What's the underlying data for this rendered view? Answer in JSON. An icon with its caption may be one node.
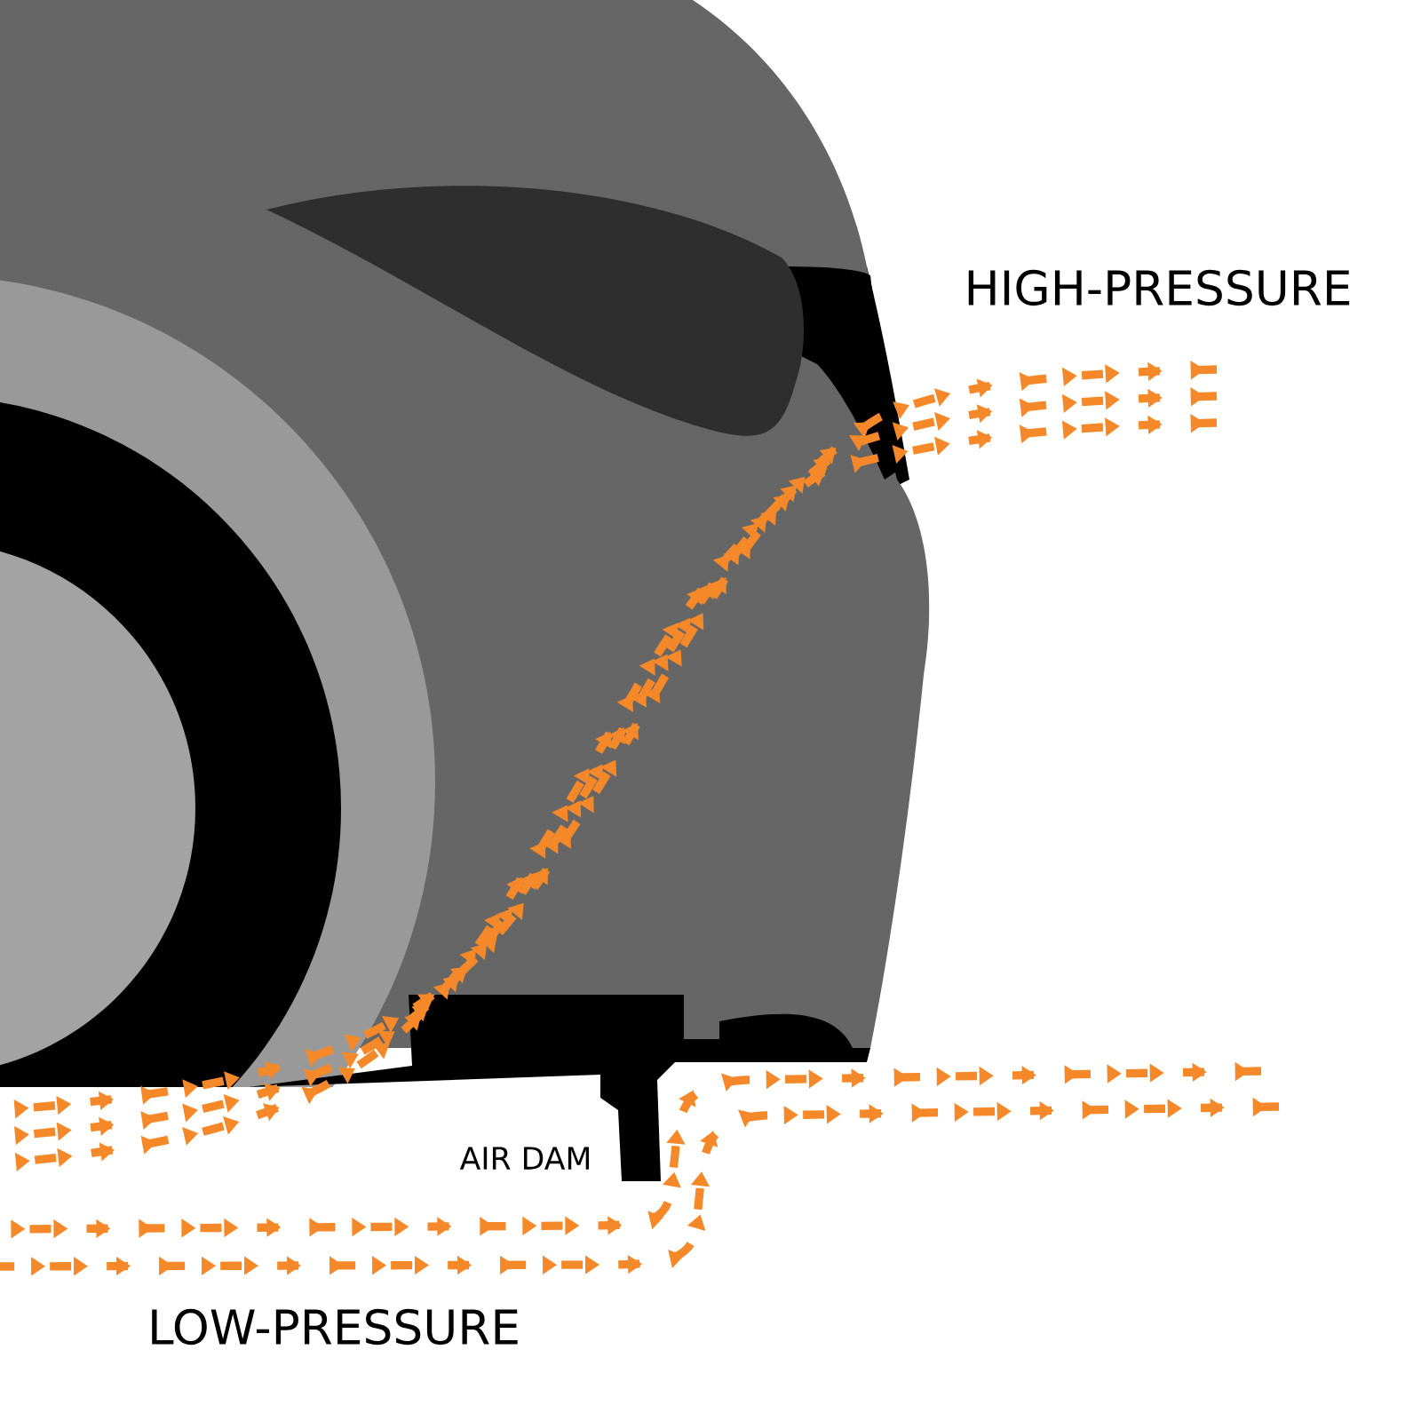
{
  "diagram": {
    "labels": [
      "HIGH-PRESSURE",
      "AIR DAM",
      "LOW-PRESSURE"
    ]
  }
}
